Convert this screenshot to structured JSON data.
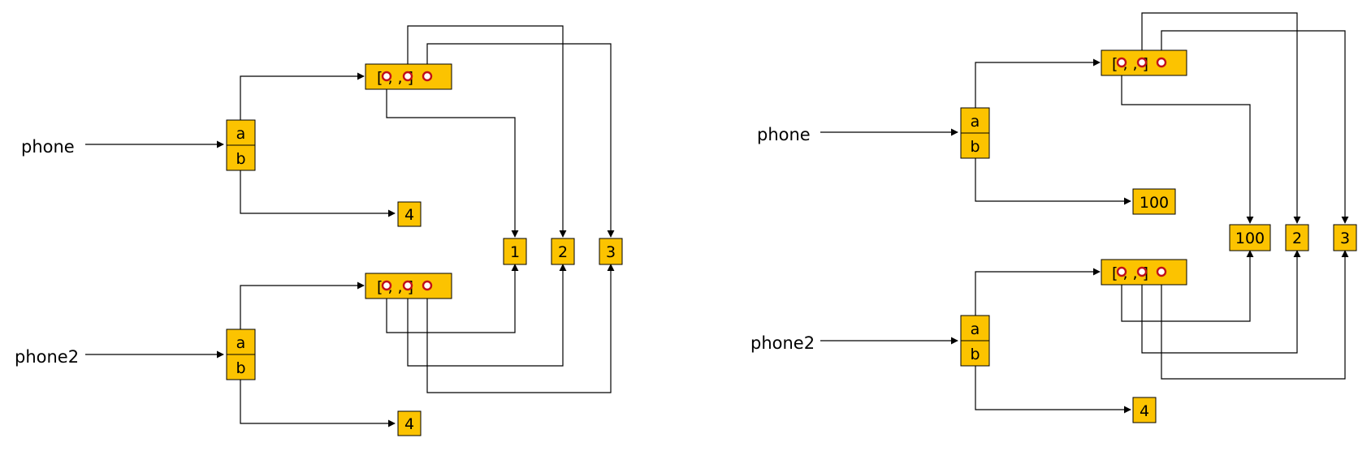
{
  "panels": [
    {
      "id": "before",
      "variables": [
        {
          "name": "phone",
          "object": "obj1"
        },
        {
          "name": "phone2",
          "object": "obj2"
        }
      ],
      "objects": [
        {
          "id": "obj1",
          "fields": [
            "a",
            "b"
          ],
          "a": "list1",
          "b": "val4a"
        },
        {
          "id": "obj2",
          "fields": [
            "a",
            "b"
          ],
          "a": "list2",
          "b": "val4b"
        }
      ],
      "lists": [
        {
          "id": "list1",
          "text": "[ , , ]",
          "items": [
            "e1",
            "e2",
            "e3"
          ]
        },
        {
          "id": "list2",
          "text": "[ , , ]",
          "items": [
            "e1",
            "e2",
            "e3"
          ]
        }
      ],
      "values": [
        {
          "id": "val4a",
          "text": "4"
        },
        {
          "id": "val4b",
          "text": "4"
        },
        {
          "id": "e1",
          "text": "1"
        },
        {
          "id": "e2",
          "text": "2"
        },
        {
          "id": "e3",
          "text": "3"
        }
      ]
    },
    {
      "id": "after",
      "variables": [
        {
          "name": "phone",
          "object": "obj1"
        },
        {
          "name": "phone2",
          "object": "obj2"
        }
      ],
      "objects": [
        {
          "id": "obj1",
          "fields": [
            "a",
            "b"
          ],
          "a": "list1",
          "b": "val100"
        },
        {
          "id": "obj2",
          "fields": [
            "a",
            "b"
          ],
          "a": "list2",
          "b": "val4"
        }
      ],
      "lists": [
        {
          "id": "list1",
          "text": "[ , , ]",
          "items": [
            "e1",
            "e2",
            "e3"
          ]
        },
        {
          "id": "list2",
          "text": "[ , , ]",
          "items": [
            "e1",
            "e2",
            "e3"
          ]
        }
      ],
      "values": [
        {
          "id": "val100",
          "text": "100"
        },
        {
          "id": "val4",
          "text": "4"
        },
        {
          "id": "e1",
          "text": "100"
        },
        {
          "id": "e2",
          "text": "2"
        },
        {
          "id": "e3",
          "text": "3"
        }
      ]
    }
  ],
  "colors": {
    "cell_fill": "#fcc300",
    "reference_dot": "#c0101a",
    "line": "#000000"
  }
}
